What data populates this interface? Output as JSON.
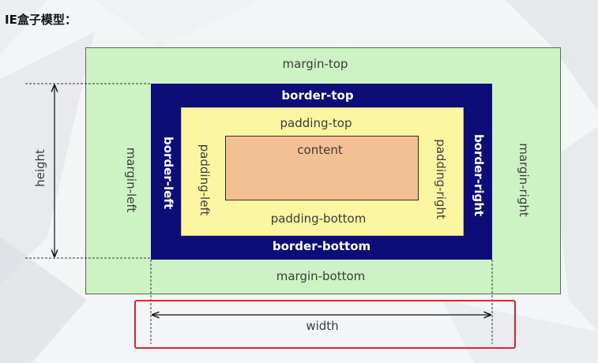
{
  "heading": "IE盒子模型：",
  "diagram": {
    "margin": {
      "top": "margin-top",
      "bottom": "margin-bottom",
      "left": "margin-left",
      "right": "margin-right"
    },
    "border": {
      "top": "border-top",
      "bottom": "border-bottom",
      "left": "border-left",
      "right": "border-right"
    },
    "padding": {
      "top": "padding-top",
      "bottom": "padding-bottom",
      "left": "padding-left",
      "right": "padding-right"
    },
    "content": "content",
    "height_label": "height",
    "width_label": "width"
  },
  "colors": {
    "margin": "#cdf2c3",
    "border": "#0d0d7a",
    "padding": "#fcf6a2",
    "content": "#f3bf95",
    "highlight": "#e0242b"
  }
}
